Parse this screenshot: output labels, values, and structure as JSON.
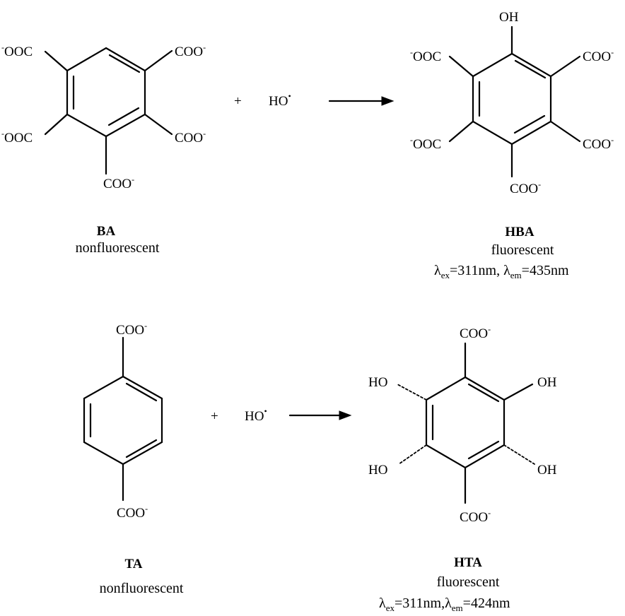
{
  "reaction1": {
    "reactant": {
      "label": "BA",
      "description": "nonfluorescent",
      "groups": [
        "COO",
        "COO",
        "COO",
        "COO",
        "COO"
      ],
      "left_groups": [
        "OOC",
        "OOC"
      ],
      "charge": "-"
    },
    "plus": "+",
    "radical": {
      "text": "HO",
      "dot": "•"
    },
    "product": {
      "label": "HBA",
      "description": "fluorescent",
      "oh": "OH",
      "lambda": "λ",
      "ex_sub": "ex",
      "ex_value": "=311nm, ",
      "em_sub": "em",
      "em_value": "=435nm"
    }
  },
  "reaction2": {
    "reactant": {
      "label": "TA",
      "description": "nonfluorescent",
      "group": "COO",
      "charge": "-"
    },
    "plus": "+",
    "radical": {
      "text": "HO",
      "dot": "•"
    },
    "product": {
      "label": "HTA",
      "description": "fluorescent",
      "ho": "HO",
      "oh": "OH",
      "lambda": "λ",
      "ex_sub": "ex",
      "ex_value": "=311nm,",
      "em_sub": "em",
      "em_value": "=424nm"
    }
  }
}
